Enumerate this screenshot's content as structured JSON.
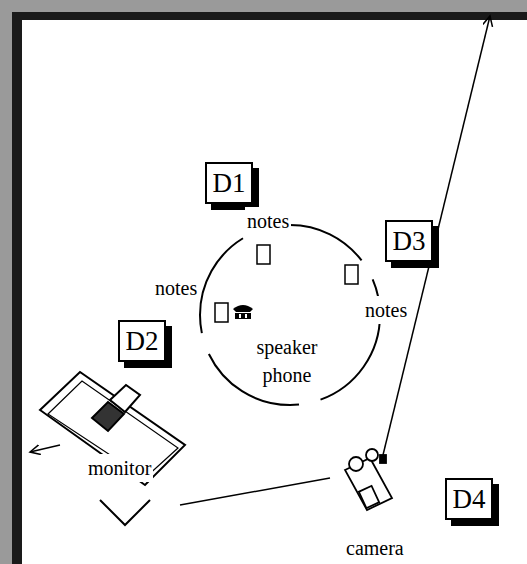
{
  "diagram": {
    "nodes": [
      {
        "text": [
          "D1"
        ]
      },
      {
        "text": [
          "D3"
        ]
      },
      {
        "text": [
          "D2"
        ]
      },
      {
        "text": [
          "D4"
        ]
      }
    ],
    "labels": [
      "notes",
      "notes",
      "notes",
      "speaker phone",
      "monitor",
      "camera"
    ]
  }
}
